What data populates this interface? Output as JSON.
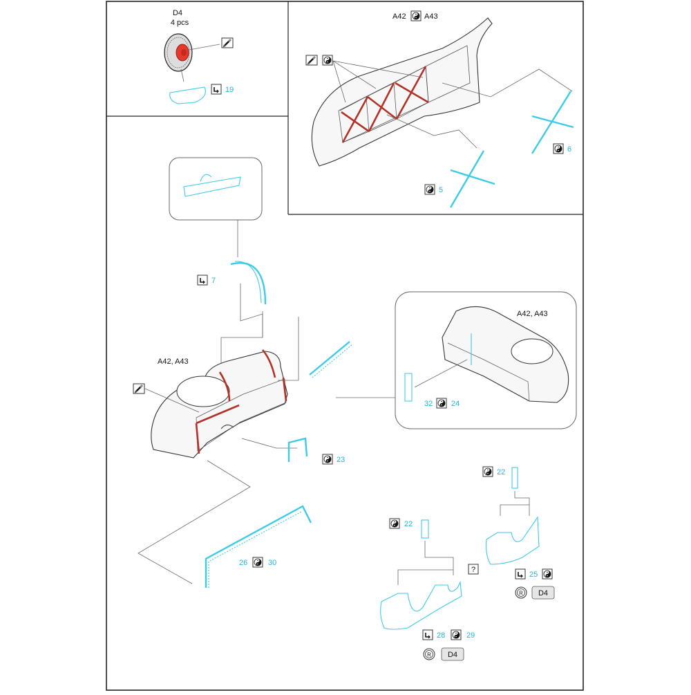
{
  "labels": {
    "d4_title": "D4",
    "d4_pcs": "4 pcs",
    "a42_a43_top": "A42",
    "a43_top": "A43",
    "a42_a43_main": "A42, A43",
    "a42_a43_inset": "A42, A43",
    "question": "?"
  },
  "numbers": {
    "n19": "19",
    "n6": "6",
    "n5": "5",
    "n7": "7",
    "n32": "32",
    "n24": "24",
    "n23": "23",
    "n22a": "22",
    "n22b": "22",
    "n26": "26",
    "n30": "30",
    "n25": "25",
    "n28": "28",
    "n29": "29"
  },
  "badges": {
    "d4_a": "D4",
    "d4_b": "D4"
  },
  "icons": {
    "bend": "bend-icon",
    "yinyang": "etched-side-icon",
    "paint": "paint-icon",
    "replace": "replace-icon"
  },
  "colors": {
    "photo_etch": "#3ccbe8",
    "paint_mark": "#b33228",
    "label_number": "#1db8d8",
    "border": "#222222"
  }
}
